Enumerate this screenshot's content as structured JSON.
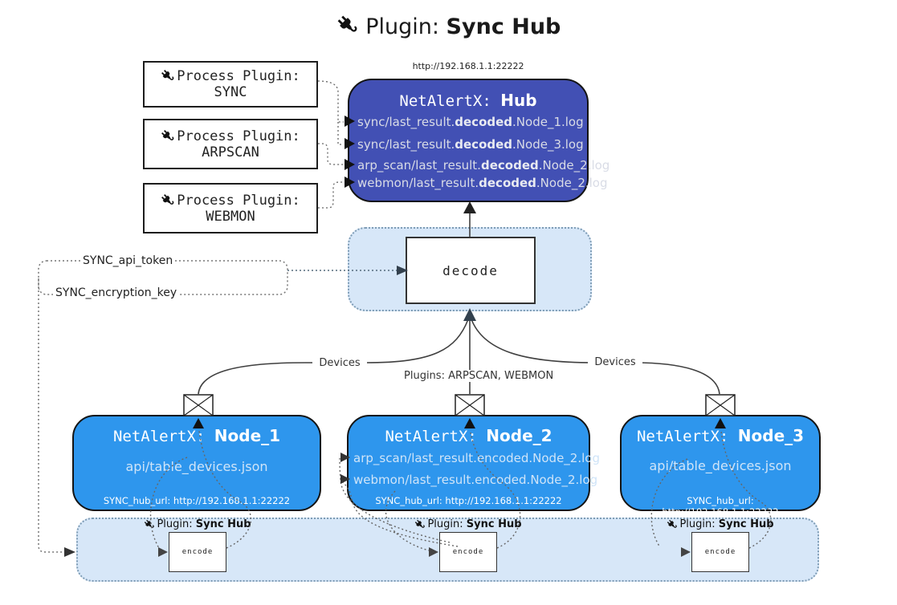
{
  "title": {
    "prefix": "Plugin: ",
    "name": "Sync Hub"
  },
  "hub": {
    "url": "http://192.168.1.1:22222",
    "title_prefix": "NetAlertX: ",
    "title_name": "Hub",
    "lines": [
      {
        "pre": "sync/last_result.",
        "bold": "decoded",
        "post": ".Node_1.log"
      },
      {
        "pre": "sync/last_result.",
        "bold": "decoded",
        "post": ".Node_3.log"
      },
      {
        "pre": "arp_scan/last_result.",
        "bold": "decoded",
        "post": ".Node_2.log"
      },
      {
        "pre": "webmon/last_result.",
        "bold": "decoded",
        "post": ".Node_2.log"
      }
    ]
  },
  "process_plugins": [
    {
      "label": "Process Plugin:",
      "name": "SYNC"
    },
    {
      "label": "Process Plugin:",
      "name": "ARPSCAN"
    },
    {
      "label": "Process Plugin:",
      "name": "WEBMON"
    }
  ],
  "secrets": {
    "api_token": "SYNC_api_token",
    "encryption_key": "SYNC_encryption_key"
  },
  "edge_labels": {
    "devices_left": "Devices",
    "plugins_mid": "Plugins: ARPSCAN, WEBMON",
    "devices_right": "Devices"
  },
  "decode_label": "decode",
  "nodes": [
    {
      "title_prefix": "NetAlertX: ",
      "title_name": "Node_1",
      "lines": [
        "api/table_devices.json"
      ],
      "hub_url": "SYNC_hub_url: http://192.168.1.1:22222"
    },
    {
      "title_prefix": "NetAlertX: ",
      "title_name": "Node_2",
      "lines": [
        "arp_scan/last_result.encoded.Node_2.log",
        "webmon/last_result.encoded.Node_2.log"
      ],
      "hub_url": "SYNC_hub_url: http://192.168.1.1:22222"
    },
    {
      "title_prefix": "NetAlertX: ",
      "title_name": "Node_3",
      "lines": [
        "api/table_devices.json"
      ],
      "hub_url": "SYNC_hub_url: http://192.168.1.1:22222"
    }
  ],
  "encoders": [
    {
      "label_prefix": "Plugin: ",
      "label_name": "Sync Hub",
      "box_label": "encode"
    },
    {
      "label_prefix": "Plugin: ",
      "label_name": "Sync Hub",
      "box_label": "encode"
    },
    {
      "label_prefix": "Plugin: ",
      "label_name": "Sync Hub",
      "box_label": "encode"
    }
  ],
  "icons": {
    "plug": "plug-icon",
    "envelope": "envelope-icon"
  },
  "colors": {
    "hub_fill": "#4250b4",
    "node_fill": "#2e96ed",
    "panel_fill": "#d7e7f8",
    "panel_border": "#7e9cb5",
    "hub_line_text": "#d9dce6",
    "node_line_text": "#cfe4f8"
  }
}
